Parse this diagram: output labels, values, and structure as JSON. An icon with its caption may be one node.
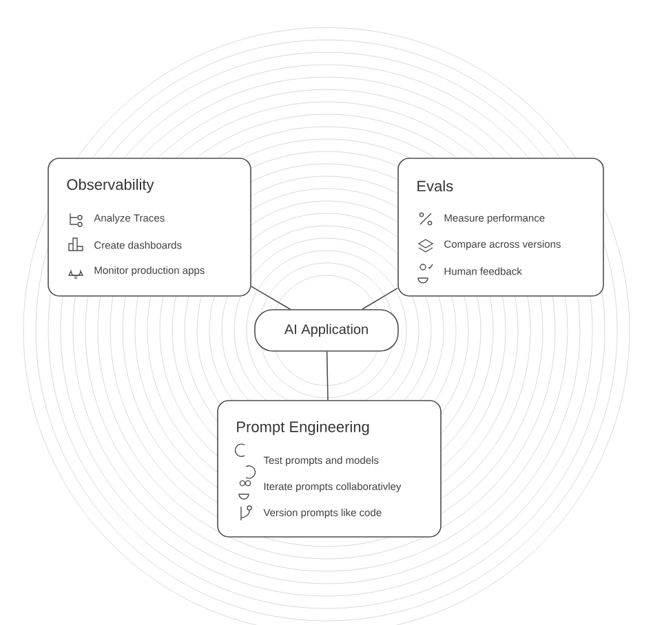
{
  "diagram": {
    "nodes": [
      {
        "text": [
          "Observability",
          "Analyze Traces",
          "Create dashboards",
          "Monitor production apps"
        ]
      },
      {
        "text": [
          "Evals",
          "Measure performance",
          "Compare across versions",
          "Human feedback"
        ]
      },
      {
        "text": [
          "AI Application"
        ]
      },
      {
        "text": [
          "Prompt Engineering",
          "Test prompts and models",
          "Iterate prompts collaborativley",
          "Version prompts like code"
        ]
      }
    ],
    "edges": [
      {
        "from": 0,
        "to": 2,
        "arrow": "none"
      },
      {
        "from": 1,
        "to": 2,
        "arrow": "none"
      },
      {
        "from": 2,
        "to": 3,
        "arrow": "none"
      }
    ]
  }
}
